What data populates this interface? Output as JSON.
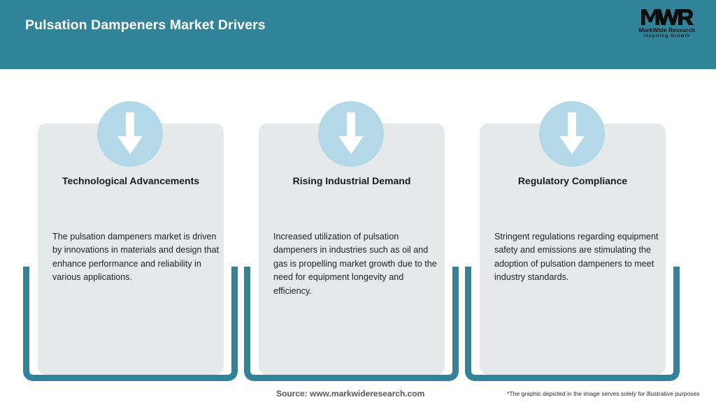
{
  "header": {
    "title": "Pulsation Dampeners Market Drivers",
    "bar_color": "#31839a",
    "title_color": "#ffffff"
  },
  "logo": {
    "mark": "MWR",
    "name": "MarkWide Research",
    "tagline": "Inspiring Growth"
  },
  "cards": [
    {
      "icon": "down-arrow-icon",
      "heading": "Technological Advancements",
      "body": "The pulsation dampeners market is driven by innovations in materials and design that enhance performance and reliability in various applications."
    },
    {
      "icon": "down-arrow-icon",
      "heading": "Rising Industrial Demand",
      "body": "Increased utilization of pulsation dampeners in industries such as oil and gas is propelling market growth due to the need for equipment longevity and efficiency."
    },
    {
      "icon": "down-arrow-icon",
      "heading": "Regulatory Compliance",
      "body": "Stringent regulations regarding equipment safety and emissions are stimulating the adoption of pulsation dampeners to meet industry standards."
    }
  ],
  "footer": {
    "source": "Source: www.markwideresearch.com",
    "disclaimer": "*The graphic depicted in the image serves solely for illustrative purposes"
  },
  "colors": {
    "teal": "#31839a",
    "panel_gray": "#e6e9ea",
    "circle_blue": "#b3d9e8",
    "arrow_white": "#ffffff"
  }
}
